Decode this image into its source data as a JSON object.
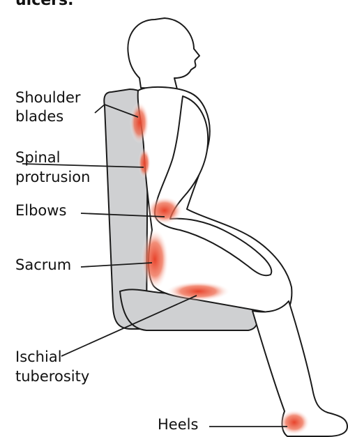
{
  "header": {
    "text": "ulcers."
  },
  "labels": {
    "shoulder_line1": "Shoulder",
    "shoulder_line2": "blades",
    "spinal_line1": "Spinal",
    "spinal_line2": "protrusion",
    "elbows": "Elbows",
    "sacrum": "Sacrum",
    "ischial_line1": "Ischial",
    "ischial_line2": "tuberosity",
    "heels": "Heels"
  },
  "colors": {
    "chair": "#cfd0d2",
    "outline": "#1a1a1a",
    "pressure": "#e8432b",
    "label": "#111111"
  }
}
